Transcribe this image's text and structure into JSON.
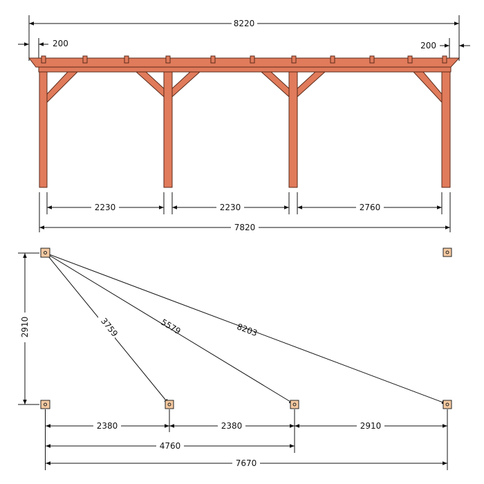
{
  "colors": {
    "wood": "#E07B5B",
    "wood_stroke": "#5a2a1a",
    "plate": "#F5C9A0",
    "plate_stroke": "#222222",
    "line": "#111111",
    "background": "#FFFFFF"
  },
  "elevation": {
    "overall_width": "8220",
    "overhang_left": "200",
    "overhang_right": "200",
    "span_1": "2230",
    "span_2": "2230",
    "span_3": "2760",
    "post_outer_width": "7820"
  },
  "plan": {
    "depth": "2910",
    "diagonal_1": "3759",
    "diagonal_2": "5579",
    "diagonal_3": "8203",
    "spacing_1": "2380",
    "spacing_2": "2380",
    "spacing_3": "2910",
    "cumulative_2": "4760",
    "total": "7670"
  },
  "icons": {
    "post_plate": "square-base-plate-icon",
    "arrow": "dimension-arrow-icon"
  }
}
